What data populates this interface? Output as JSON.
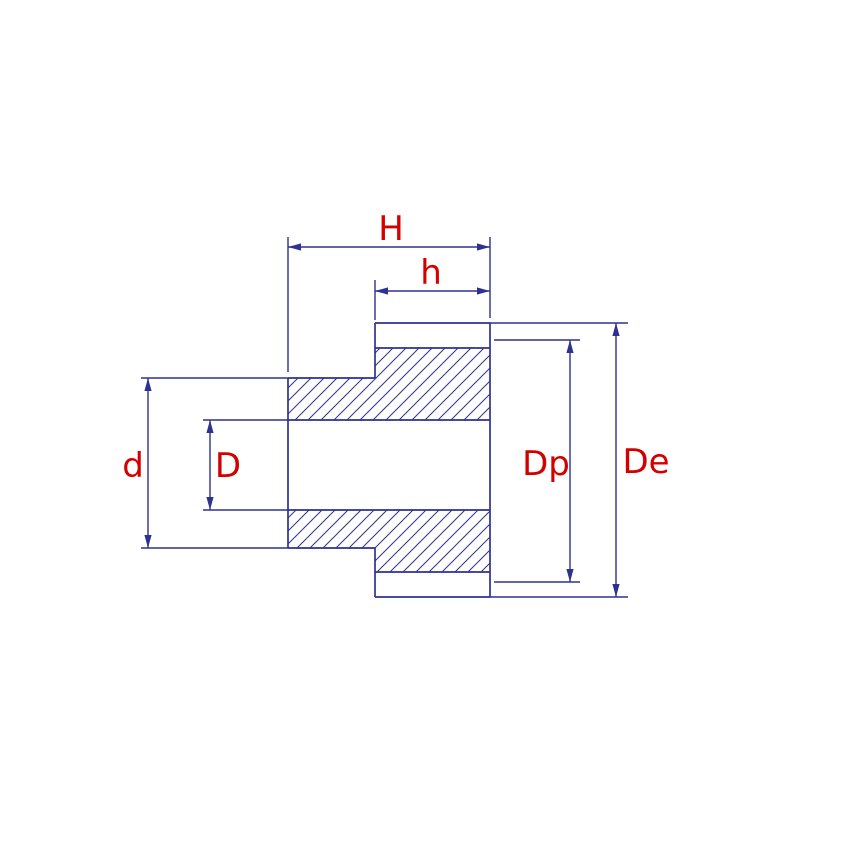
{
  "diagram": {
    "labels": {
      "H": "H",
      "h": "h",
      "d": "d",
      "D": "D",
      "Dp": "Dp",
      "De": "De"
    },
    "colors": {
      "line": "#2e3192",
      "label": "#d40000",
      "background": "#ffffff"
    }
  }
}
